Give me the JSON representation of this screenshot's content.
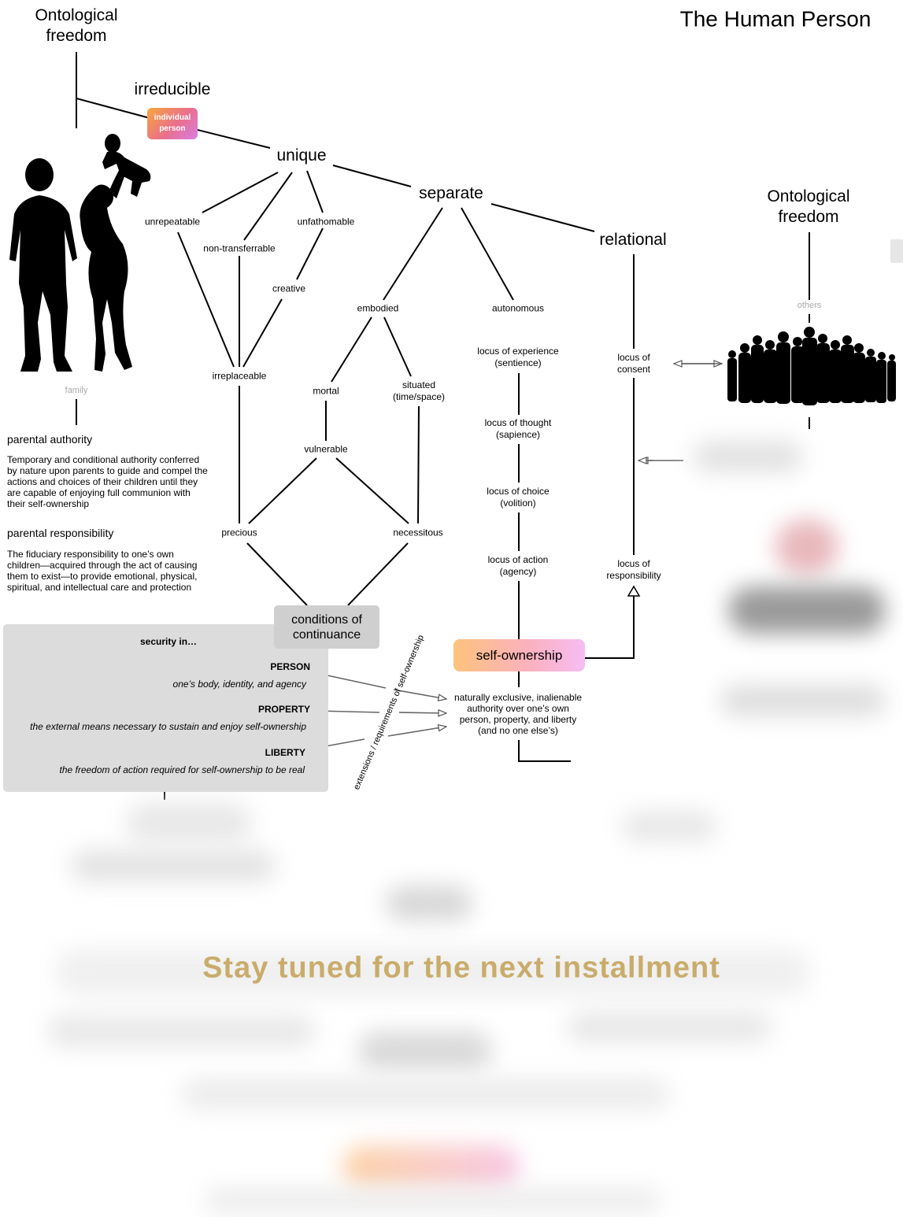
{
  "title": "The Human Person",
  "ontological_left": "Ontological\nfreedom",
  "ontological_right": "Ontological\nfreedom",
  "irreducible": "irreducible",
  "individual_person": "individual\nperson",
  "unique": "unique",
  "separate": "separate",
  "relational": "relational",
  "unrepeatable": "unrepeatable",
  "non_transferrable": "non-transferrable",
  "unfathomable": "unfathomable",
  "creative": "creative",
  "irreplaceable": "irreplaceable",
  "embodied": "embodied",
  "mortal": "mortal",
  "situated": "situated\n(time/space)",
  "vulnerable": "vulnerable",
  "precious": "precious",
  "necessitous": "necessitous",
  "autonomous": "autonomous",
  "locus_experience": "locus of experience\n(sentience)",
  "locus_thought": "locus of thought\n(sapience)",
  "locus_choice": "locus of choice\n(volition)",
  "locus_action": "locus of action\n(agency)",
  "locus_consent": "locus of\nconsent",
  "locus_responsibility": "locus of\nresponsibility",
  "family": "family",
  "others": "others",
  "parental_authority": {
    "heading": "parental authority",
    "text": "Temporary and conditional authority conferred by nature upon parents to guide and compel the actions and choices of their children until they are capable of enjoying full communion with their self-ownership"
  },
  "parental_responsibility": {
    "heading": "parental responsibility",
    "text": "The fiduciary responsibility to one’s own children—acquired through the act of causing them to exist—to provide emotional, physical, spiritual, and intellectual care and protection"
  },
  "conditions": "conditions of\ncontinuance",
  "self_ownership": "self-ownership",
  "so_definition": "naturally exclusive, inalienable\nauthority over one’s own\nperson, property, and liberty\n(and no one else’s)",
  "extensions": "extensions / requirements of self-ownership",
  "security": {
    "heading": "security in…",
    "person": "PERSON",
    "person_desc": "one’s body, identity, and agency",
    "property": "PROPERTY",
    "property_desc": "the external means necessary to sustain and enjoy self-ownership",
    "liberty": "LIBERTY",
    "liberty_desc": "the freedom of action required for self-ownership to be real"
  },
  "stay_tuned": "Stay tuned for the next installment",
  "colors": {
    "accent_gold": "#c9ac6b",
    "individual_gradient": [
      "#f7a63c",
      "#d77ee6"
    ],
    "self_ownership_gradient": [
      "#fdc27c",
      "#f6bdf3"
    ],
    "panel_gray": "#dcdcdc"
  }
}
